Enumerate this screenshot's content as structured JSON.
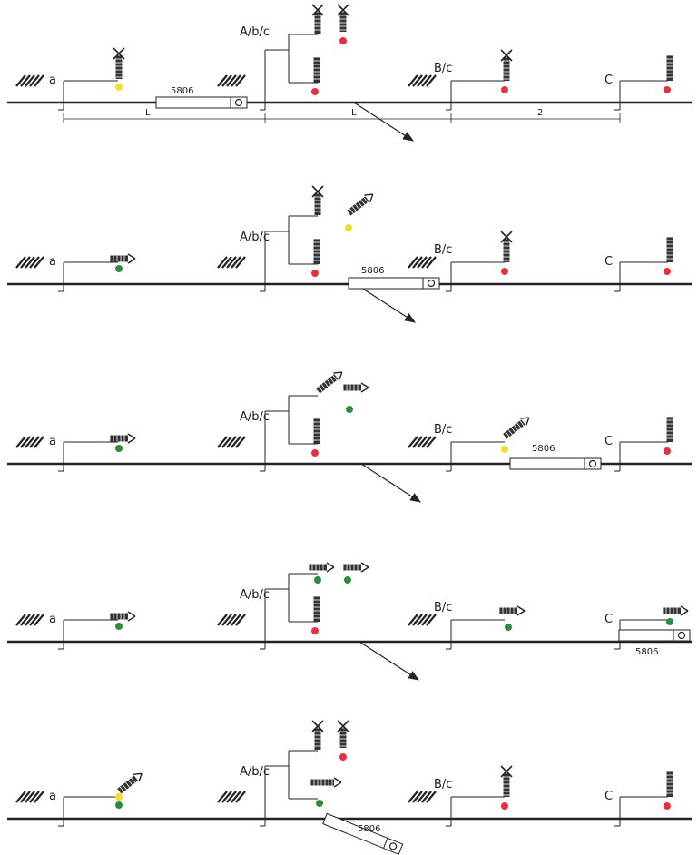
{
  "labels": {
    "a": "a",
    "abc": "A/b/c",
    "bc": "B/c",
    "c": "C"
  },
  "train_number": "5806",
  "dimension_labels": [
    "L",
    "L",
    "2"
  ],
  "colors": {
    "line": "#222222",
    "red": "#e8303a",
    "yellow": "#f2dc2e",
    "green": "#2e8b3a",
    "signal_body": "#333333"
  },
  "panels": [
    {
      "lamps": {
        "a": "yellow",
        "abc_upper": "red",
        "abc_lower": "red",
        "bc": "red",
        "c": "red"
      },
      "train_at": "a-abc"
    },
    {
      "lamps": {
        "a": "green",
        "abc_upper": "yellow",
        "abc_lower": "red",
        "bc": "red",
        "c": "red"
      },
      "train_at": "abc-bc"
    },
    {
      "lamps": {
        "a": "green",
        "abc_upper": "green",
        "abc_lower": "red",
        "bc": "yellow",
        "c": "red"
      },
      "train_at": "bc-c"
    },
    {
      "lamps": {
        "a": "green",
        "abc_upper": "green",
        "abc_lower": "red",
        "bc": "green",
        "c": "green"
      },
      "train_at": "past-c"
    },
    {
      "lamps": {
        "a": "green",
        "abc_upper": "red",
        "abc_lower": "green",
        "bc": "red",
        "c": "red"
      },
      "train_at": "diverging"
    }
  ]
}
